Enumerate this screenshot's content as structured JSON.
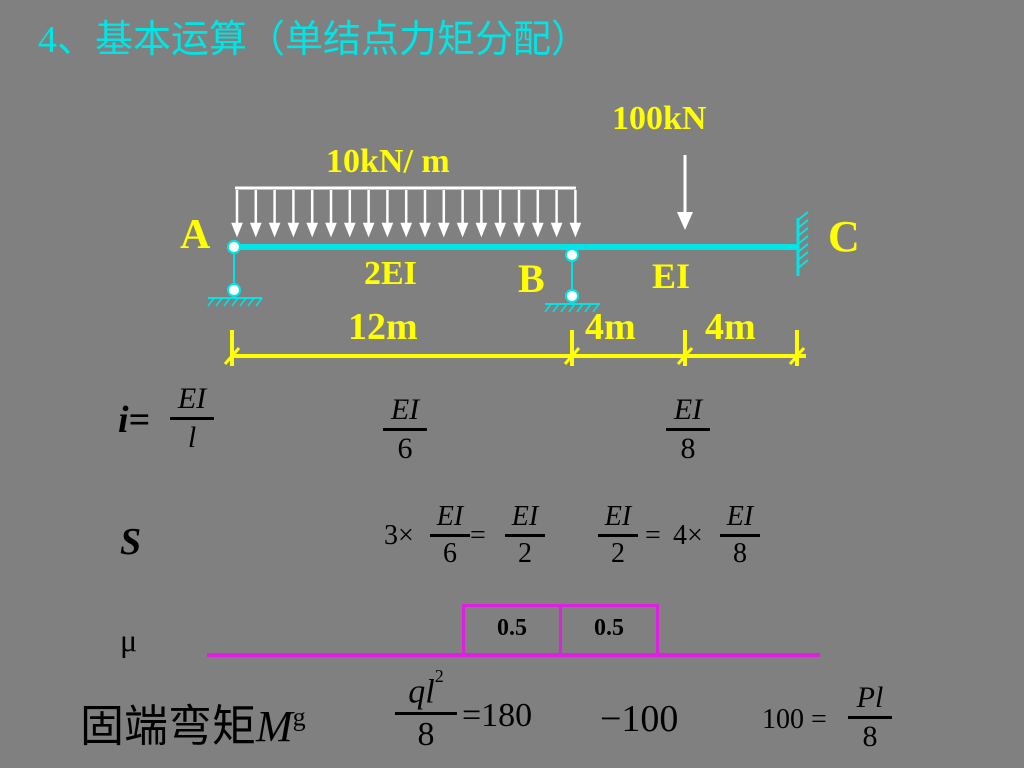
{
  "title": "4、基本运算（单结点力矩分配）",
  "loads": {
    "point_load": "100kN",
    "distributed_load": "10kN/ m"
  },
  "nodes": {
    "a": "A",
    "b": "B",
    "c": "C"
  },
  "stiffness": {
    "ab": "2EI",
    "bc": "EI"
  },
  "spans": {
    "ab": "12m",
    "bc1": "4m",
    "bc2": "4m"
  },
  "rows": {
    "i": {
      "label": "i",
      "eq": "=",
      "formula": {
        "num": "EI",
        "den": "l"
      },
      "ab": {
        "num": "EI",
        "den": "6"
      },
      "bc": {
        "num": "EI",
        "den": "8"
      }
    },
    "s": {
      "label": "S",
      "ab": {
        "coef": "3×",
        "num1": "EI",
        "den1": "6",
        "eq": "=",
        "num2": "EI",
        "den2": "2"
      },
      "bc": {
        "num1": "EI",
        "den1": "2",
        "eq": "=",
        "coef": "4×",
        "num2": "EI",
        "den2": "8"
      }
    },
    "mu": {
      "label": "μ",
      "ab": "0.5",
      "bc": "0.5"
    },
    "mf": {
      "label": "固端弯矩",
      "symbol": "M",
      "superscript": "g",
      "ab": {
        "num": "ql",
        "exp": "2",
        "den": "8",
        "result": "=180"
      },
      "b": "−100",
      "bc": {
        "value": "100 =",
        "num": "Pl",
        "den": "8"
      }
    }
  },
  "colors": {
    "background": "#808080",
    "title": "#00e5e5",
    "beam": "#00e5e5",
    "labels": "#ffff00",
    "mu_line": "#e020e0"
  }
}
